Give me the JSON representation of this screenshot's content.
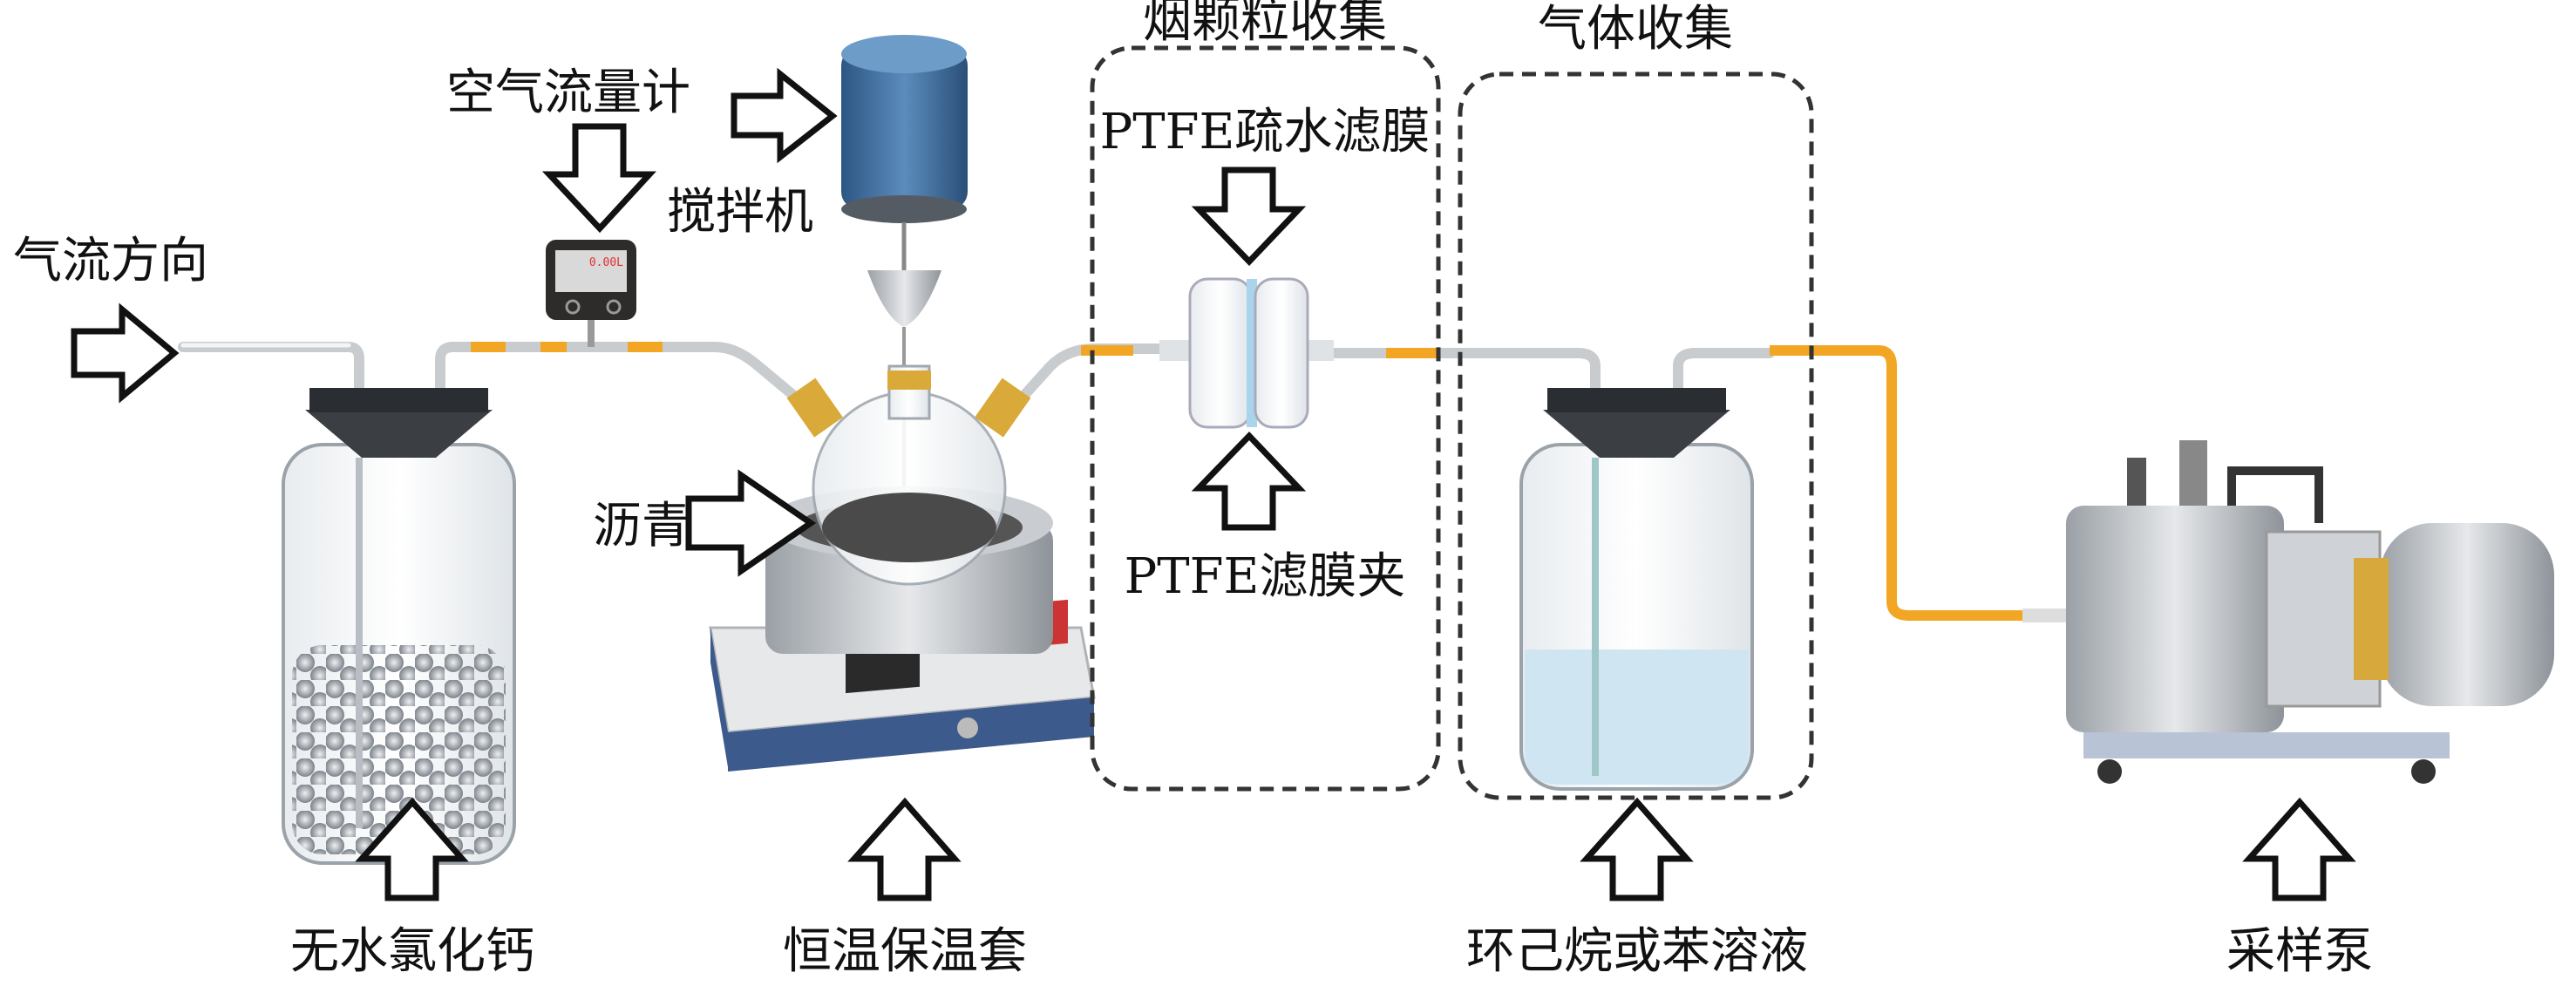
{
  "labels": {
    "airflow_direction": "气流方向",
    "air_flowmeter": "空气流量计",
    "stirrer": "搅拌机",
    "asphalt": "沥青",
    "smoke_particle_collection": "烟颗粒收集",
    "ptfe_membrane": "PTFE疏水滤膜",
    "ptfe_holder": "PTFE滤膜夹",
    "gas_collection": "气体收集",
    "anhydrous_cacl2": "无水氯化钙",
    "heating_mantle": "恒温保温套",
    "solvent": "环己烷或苯溶液",
    "sampling_pump": "采样泵"
  },
  "flowmeter_display": "0.00L",
  "colors": {
    "tube": "#f2a623",
    "motor": "#3e6f9e",
    "liquid": "#cfe6f2",
    "heater_base": "#3d5a8c"
  }
}
